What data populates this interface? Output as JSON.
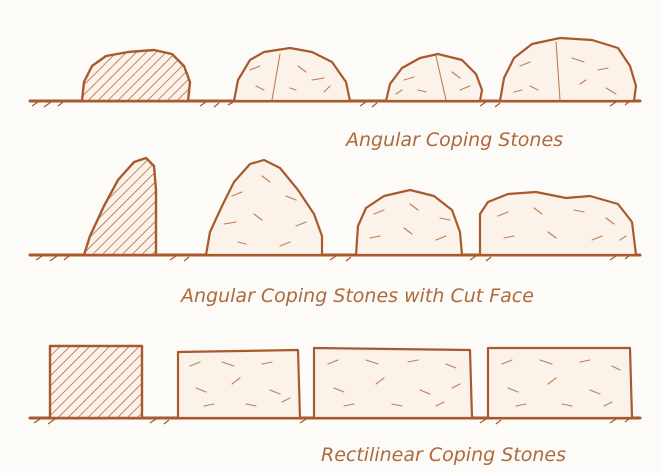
{
  "captions": {
    "row1": "Angular Coping Stones",
    "row2": "Angular Coping Stones with Cut Face",
    "row3": "Rectilinear Coping Stones"
  },
  "colors": {
    "ink": "#a85a2e",
    "caption": "#ad6a3d",
    "paper": "#fdfbf8",
    "stone_fill": "#fbf3ea"
  }
}
